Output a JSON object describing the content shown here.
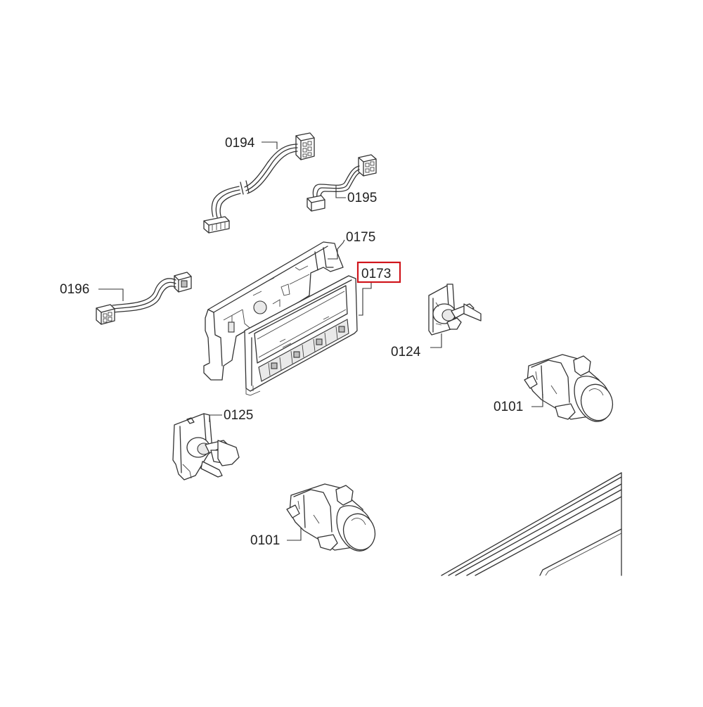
{
  "diagram": {
    "labels": [
      {
        "id": "wire-0194",
        "text": "0194"
      },
      {
        "id": "wire-0195",
        "text": "0195"
      },
      {
        "id": "bracket-0175",
        "text": "0175"
      },
      {
        "id": "module-0173",
        "text": "0173",
        "highlighted": true
      },
      {
        "id": "wire-0196",
        "text": "0196"
      },
      {
        "id": "switch-0124",
        "text": "0124"
      },
      {
        "id": "knob-0101-right",
        "text": "0101"
      },
      {
        "id": "switch-0125",
        "text": "0125"
      },
      {
        "id": "knob-0101-left",
        "text": "0101"
      }
    ],
    "highlight_color": "#d0151c",
    "line_color": "#333333"
  }
}
